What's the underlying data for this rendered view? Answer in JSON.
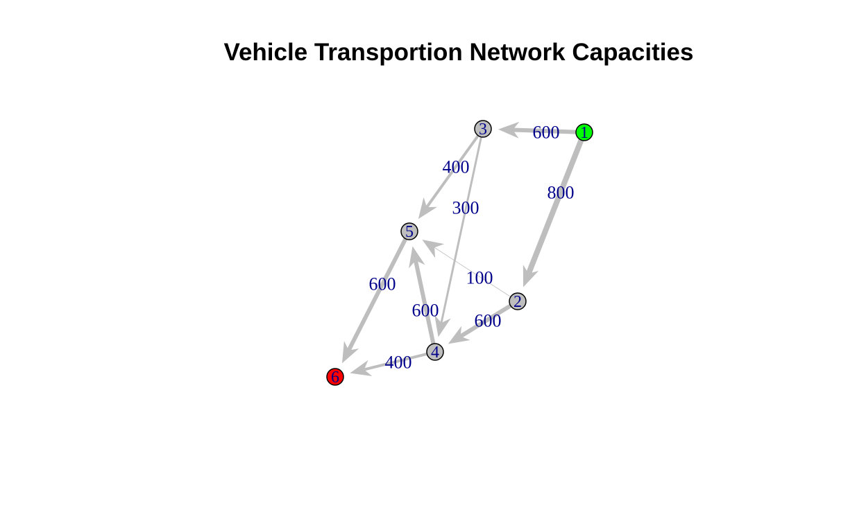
{
  "title": "Vehicle Transportion Network Capacities",
  "colors": {
    "edge": "#bebebe",
    "node_default": "#bebebe",
    "label": "#00008b",
    "source": "#00ff00",
    "sink": "#ff0000"
  },
  "nodes": [
    {
      "id": "1",
      "label": "1",
      "role": "source"
    },
    {
      "id": "2",
      "label": "2",
      "role": "default"
    },
    {
      "id": "3",
      "label": "3",
      "role": "default"
    },
    {
      "id": "4",
      "label": "4",
      "role": "default"
    },
    {
      "id": "5",
      "label": "5",
      "role": "default"
    },
    {
      "id": "6",
      "label": "6",
      "role": "sink"
    }
  ],
  "edges": [
    {
      "from": "1",
      "to": "3",
      "capacity": "600"
    },
    {
      "from": "1",
      "to": "2",
      "capacity": "800"
    },
    {
      "from": "3",
      "to": "5",
      "capacity": "400"
    },
    {
      "from": "3",
      "to": "4",
      "capacity": "300"
    },
    {
      "from": "2",
      "to": "5",
      "capacity": "100"
    },
    {
      "from": "2",
      "to": "4",
      "capacity": "600"
    },
    {
      "from": "4",
      "to": "5",
      "capacity": "600"
    },
    {
      "from": "5",
      "to": "6",
      "capacity": "600"
    },
    {
      "from": "4",
      "to": "6",
      "capacity": "400"
    }
  ]
}
